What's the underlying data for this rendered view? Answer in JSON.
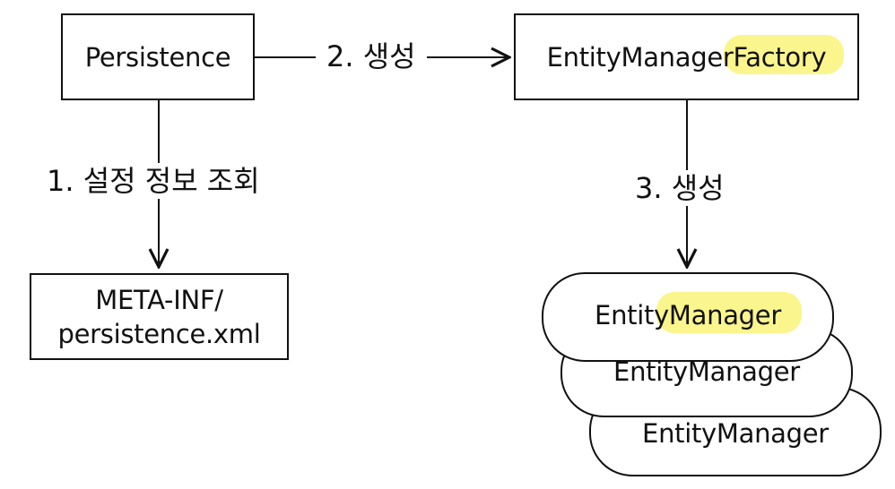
{
  "nodes": {
    "persistence": "Persistence",
    "emf_prefix": "EntityManager",
    "emf_suffix": "Factory",
    "meta_line1": "META-INF/",
    "meta_line2": "persistence.xml",
    "em_front_a": "Entity",
    "em_front_b": "Manager",
    "em_middle": "EntityManager",
    "em_back": "EntityManager"
  },
  "edges": {
    "step1": "1. 설정 정보 조회",
    "step2": "2. 생성",
    "step3": "3. 생성"
  },
  "colors": {
    "highlight": "#fbf58d",
    "stroke": "#111111"
  }
}
